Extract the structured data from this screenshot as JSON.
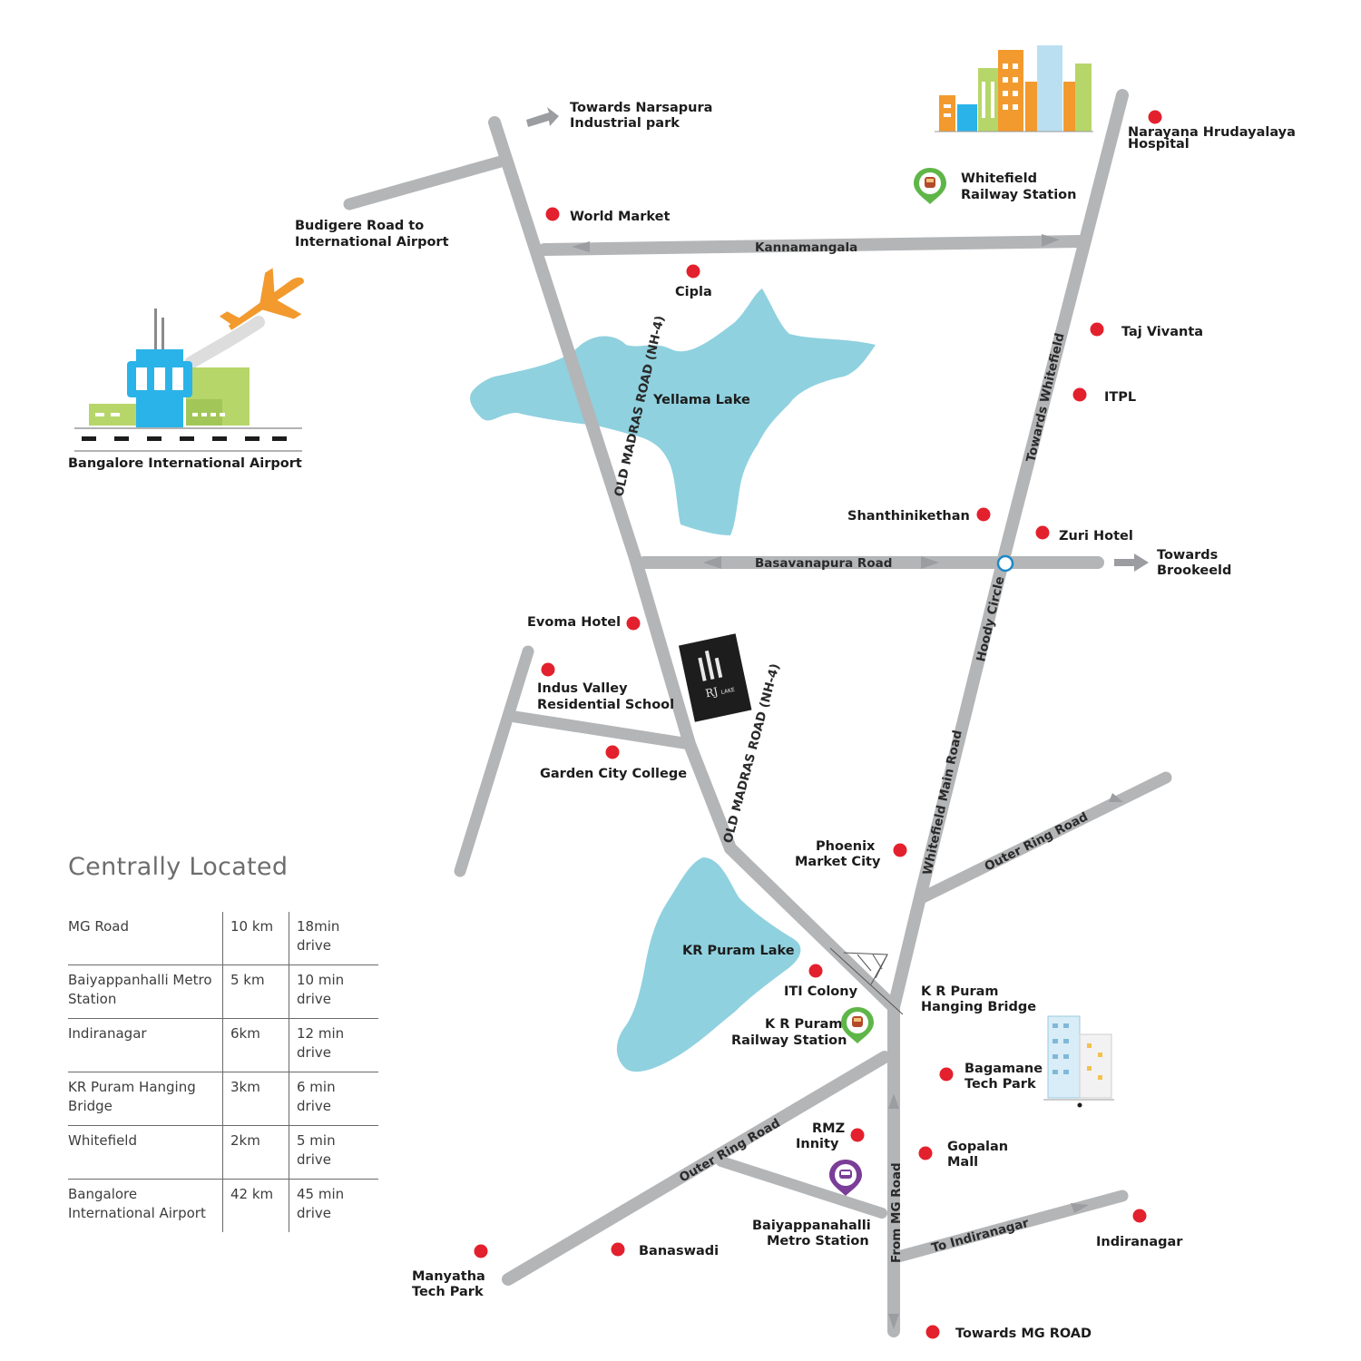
{
  "map": {
    "labels": {
      "narsapura": [
        "Towards Narsapura",
        "Industrial park"
      ],
      "budigere": [
        "Budigere Road to",
        "International Airport"
      ],
      "airport": "Bangalore International Airport",
      "world_market": "World Market",
      "cipla": "Cipla",
      "yellama_lake": "Yellama Lake",
      "whitefield_station": [
        "Whitefield",
        "Railway Station"
      ],
      "narayana": [
        "Narayana Hrudayalaya",
        "Hospital"
      ],
      "taj": "Taj Vivanta",
      "itpl": "ITPL",
      "shanthinikethan": "Shanthinikethan",
      "zuri": "Zuri Hotel",
      "brookefield": [
        "Towards",
        "Brookeeld"
      ],
      "evoma": "Evoma Hotel",
      "indus": [
        "Indus Valley",
        "Residential School"
      ],
      "garden_city": "Garden City College",
      "phoenix": [
        "Phoenix",
        "Market City"
      ],
      "kr_puram_lake": "KR Puram Lake",
      "iti": "ITI Colony",
      "kr_station": [
        "K R Puram",
        "Railway Station"
      ],
      "kr_bridge": [
        "K R Puram",
        "Hanging Bridge"
      ],
      "bagamane": [
        "Bagamane",
        "Tech Park"
      ],
      "rmz": [
        "RMZ",
        "Innity"
      ],
      "gopalan": [
        "Gopalan",
        "Mall"
      ],
      "baiyappanahalli": [
        "Baiyappanahalli",
        "Metro Station"
      ],
      "banaswadi": "Banaswadi",
      "manyatha": [
        "Manyatha",
        "Tech Park"
      ],
      "indiranagar": "Indiranagar",
      "towards_mg": "Towards MG ROAD"
    },
    "roads": {
      "kannamangala": "Kannamangala",
      "basavanapura": "Basavanapura Road",
      "old_madras_1": "OLD MADRAS ROAD (NH-4)",
      "old_madras_2": "OLD MADRAS ROAD (NH-4)",
      "towards_whitefield": "Towards Whitefield",
      "hoody_circle": "Hoody Circle",
      "whitefield_main": "Whitefield Main Road",
      "outer_ring_1": "Outer Ring Road",
      "outer_ring_2": "Outer Ring Road",
      "to_indiranagar": "To Indiranagar",
      "from_mg": "From MG Road"
    },
    "project_logo": {
      "mark": "|||",
      "name": "RJ",
      "sub": "LAKE"
    },
    "colors": {
      "road": "#b3b5b7",
      "lake": "#8fd1df",
      "poi": "#e3202d",
      "logo_bg": "#1d1d1d"
    },
    "icons": [
      "airport-illustration",
      "city-skyline-illustration",
      "railway-pin-icon",
      "metro-pin-icon",
      "office-building-illustration"
    ]
  },
  "table": {
    "title": "Centrally Located",
    "rows": [
      {
        "place": "MG Road",
        "distance": "10 km",
        "time": "18min drive"
      },
      {
        "place": "Baiyappanhalli Metro Station",
        "distance": "5 km",
        "time": "10 min drive"
      },
      {
        "place": "Indiranagar",
        "distance": "6km",
        "time": "12 min drive"
      },
      {
        "place": "KR Puram Hanging Bridge",
        "distance": "3km",
        "time": "6 min drive"
      },
      {
        "place": "Whitefield",
        "distance": "2km",
        "time": "5 min drive"
      },
      {
        "place": "Bangalore International Airport",
        "distance": "42 km",
        "time": "45 min drive"
      }
    ]
  }
}
